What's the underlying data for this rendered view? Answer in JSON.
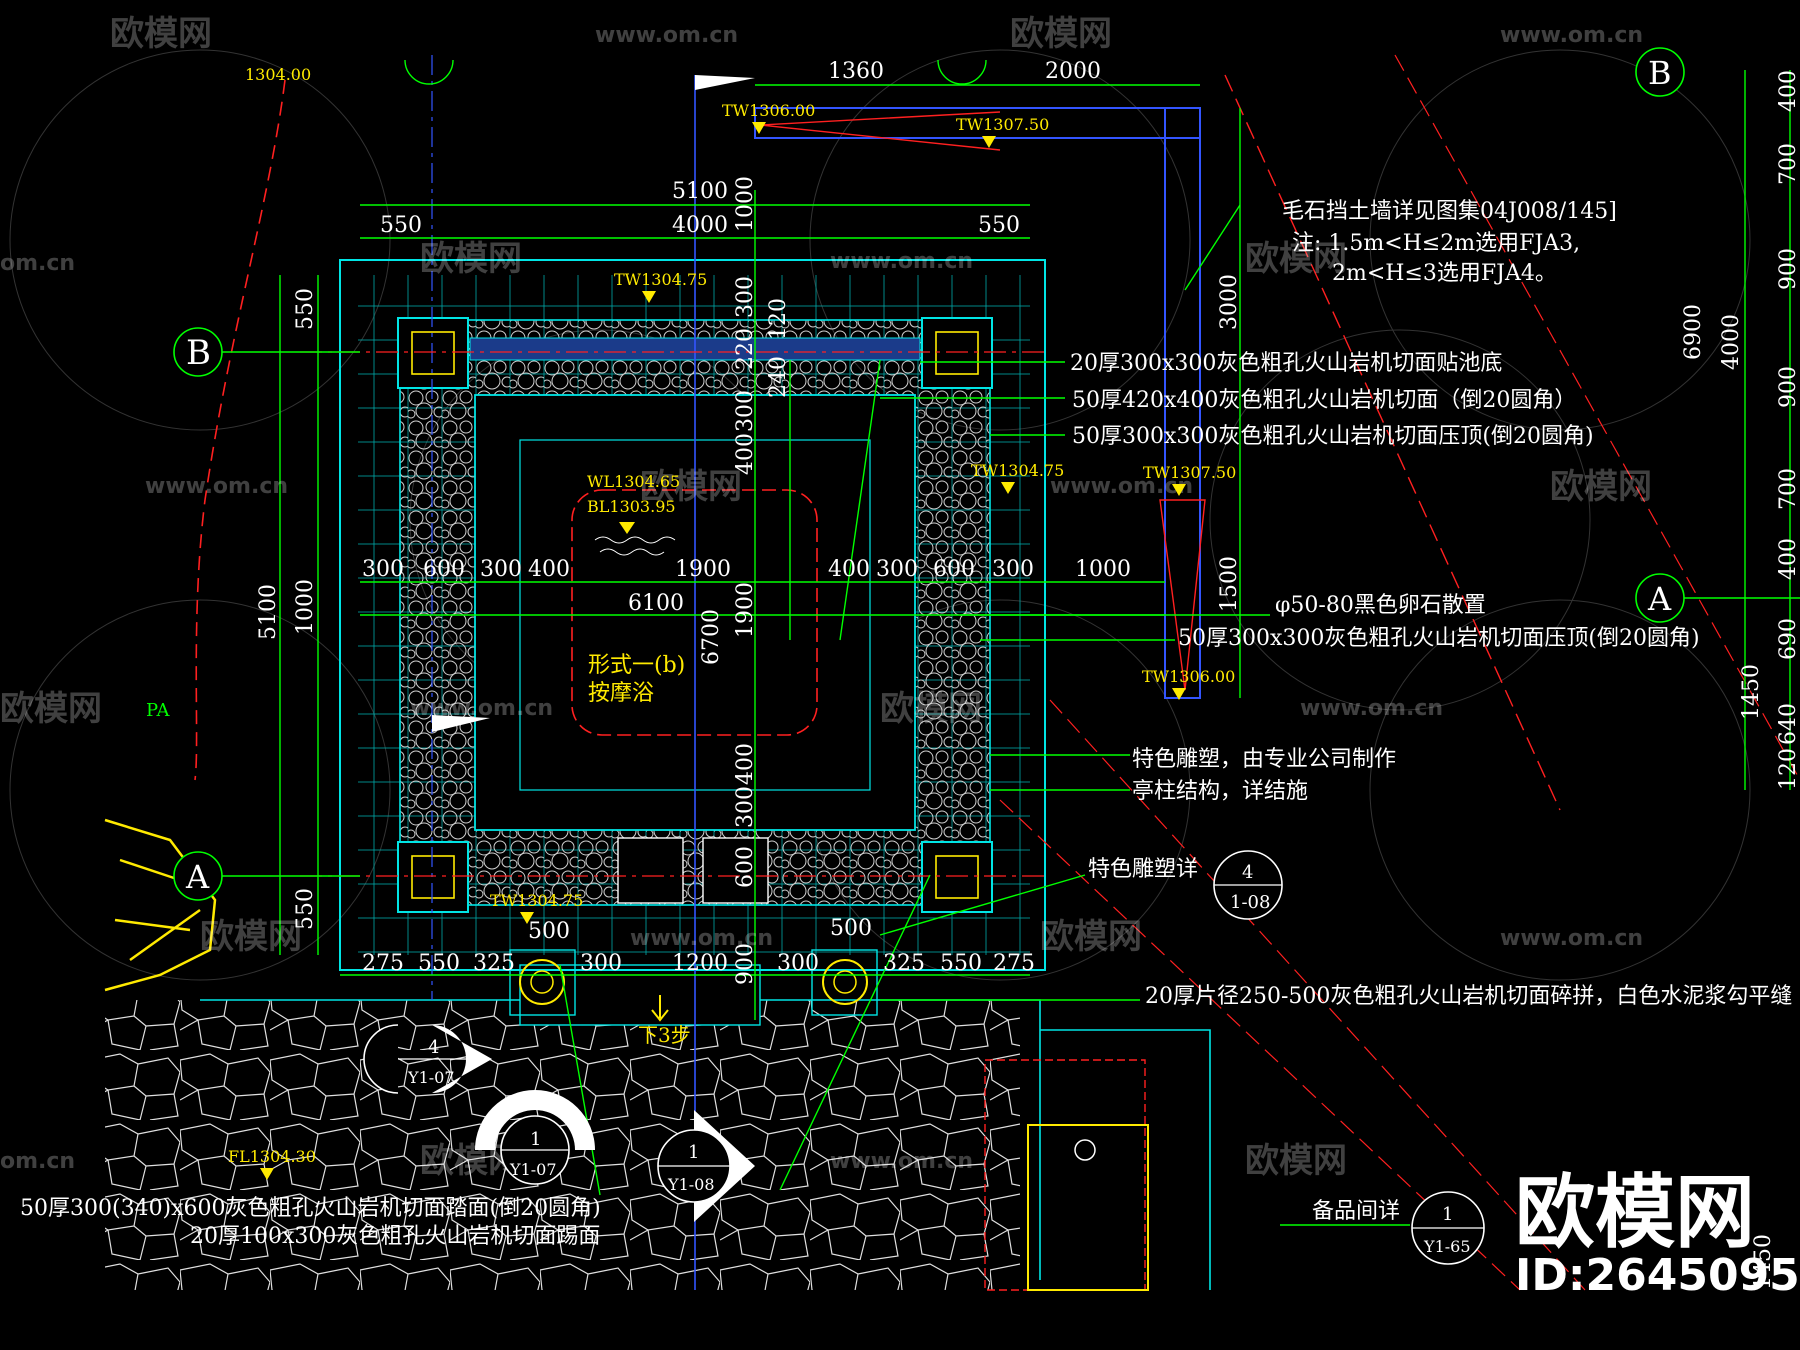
{
  "watermarks": {
    "logo_text": "欧模网",
    "site_text": "www.om.cn",
    "site_short": "om.cn"
  },
  "brand": {
    "logo": "欧模网",
    "id_label": "ID:2645095"
  },
  "dimensions": {
    "top_1360": "1360",
    "top_2000": "2000",
    "d5100_top": "5100",
    "d4000": "4000",
    "d550_left": "550",
    "d550_right": "550",
    "v1000_top": "1000",
    "v300_a": "300",
    "v120": "120",
    "v220": "220",
    "v240": "240",
    "v300_b": "300",
    "v400_a": "400",
    "v1900": "1900",
    "v6700": "6700",
    "v400_b": "400",
    "v300_c": "300",
    "v600": "600",
    "v900": "900",
    "left_550_top": "550",
    "left_5100": "5100",
    "left_1000": "1000",
    "left_550_bot": "550",
    "mid_row": [
      "300",
      "600",
      "300",
      "400",
      "1900",
      "400",
      "300",
      "600",
      "300",
      "1000"
    ],
    "d6100": "6100",
    "bottom_row": [
      "275",
      "550",
      "325",
      "300",
      "1200",
      "300",
      "325",
      "550",
      "275"
    ],
    "b500_left": "500",
    "b500_right": "500",
    "wall_3000": "3000",
    "wall_1500": "1500",
    "right_col": [
      "400",
      "700",
      "900",
      "900",
      "700",
      "400",
      "690",
      "640",
      "120"
    ],
    "right_4000": "4000",
    "right_6900": "6900",
    "right_1450": "1450",
    "right_1450_b": "1450"
  },
  "levels": {
    "top_left": "1304.00",
    "tw1306_top": "TW1306.00",
    "tw1307_top": "TW1307.50",
    "tw1304_top": "TW1304.75",
    "wl": "WL1304.65",
    "bl": "BL1303.95",
    "tw1304_right": "TW1304.75",
    "tw1307_wall": "TW1307.50",
    "tw1306_wall": "TW1306.00",
    "tw1304_bottom": "TW1304.75",
    "fl": "FL1304.30",
    "pa": "PA"
  },
  "labels": {
    "form_1": "形式一(b)",
    "form_2": "按摩浴",
    "down_steps": "下3步"
  },
  "annotations": {
    "wall_note_1": "毛石挡土墙详见图集04J008/145]",
    "wall_note_2": "注: 1.5m<H≤2m选用FJA3,",
    "wall_note_3": "2m<H≤3选用FJA4。",
    "note_pool_bottom": "20厚300x300灰色粗孔火山岩机切面贴池底",
    "note_420": "50厚420x400灰色粗孔火山岩机切面（倒20圆角）",
    "note_coping_1": "50厚300x300灰色粗孔火山岩机切面压顶(倒20圆角)",
    "note_pebble": "φ50-80黑色卵石散置",
    "note_coping_2": "50厚300x300灰色粗孔火山岩机切面压顶(倒20圆角)",
    "note_sculpture": "特色雕塑，由专业公司制作",
    "note_column": "亭柱结构，详结施",
    "note_sculpture_detail": "特色雕塑详",
    "note_paving": "20厚片径250-500灰色粗孔火山岩机切面碎拼，白色水泥浆勾平缝",
    "note_tread": "50厚300(340)x600灰色粗孔火山岩机切面踏面(倒20圆角)",
    "note_riser": "20厚100x300灰色粗孔火山岩机切面踢面",
    "note_storage": "备品间详"
  },
  "grid_markers": {
    "b_left": "B",
    "a_left": "A",
    "b_right": "B",
    "a_right": "A"
  },
  "detail_refs": {
    "sculpture_num": "4",
    "sculpture_sheet": "1-08",
    "sec4_num": "4",
    "sec4_sheet": "Y1-07",
    "sec1a_num": "1",
    "sec1a_sheet": "Y1-07",
    "sec1b_num": "1",
    "sec1b_sheet": "Y1-08",
    "storage_num": "1",
    "storage_sheet": "Y1-65"
  },
  "colors": {
    "background": "#000000",
    "dimension_line": "#00ff00",
    "outline": "#00e5e5",
    "level_text": "#ffea00",
    "axis": "#ff2020",
    "centerline": "#3355ff"
  }
}
